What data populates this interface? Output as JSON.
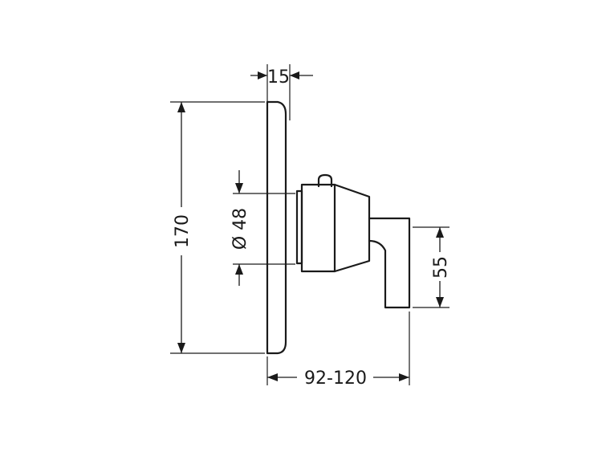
{
  "drawing": {
    "type": "technical dimension drawing",
    "part": "concealed mixer trim: round cover plate with lever handle (side view)",
    "line_color": "#1a1a1a",
    "background": "#ffffff"
  },
  "dimensions": {
    "plate_depth": "15",
    "plate_height": "170",
    "body_diameter": "Ø 48",
    "handle_height": "55",
    "projection": "92-120"
  }
}
